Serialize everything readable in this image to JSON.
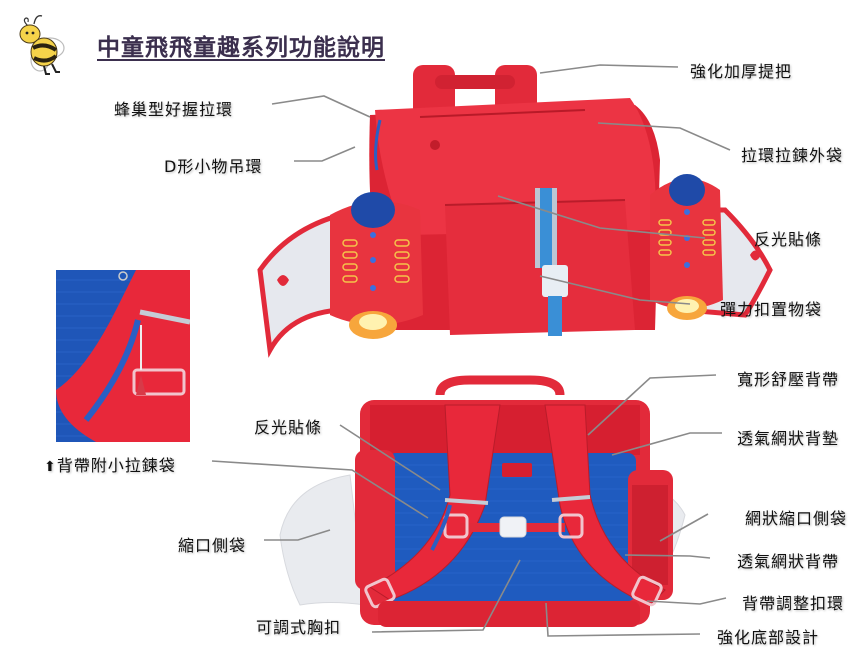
{
  "header": {
    "title": "中童飛飛童趣系列功能說明",
    "mascot_icon": "bee-mascot-icon"
  },
  "front_view": {
    "labels": [
      {
        "id": "handle",
        "text": "強化加厚提把"
      },
      {
        "id": "honeycomb-pull",
        "text": "蜂巢型好握拉環"
      },
      {
        "id": "outer-zip-pocket",
        "text": "拉環拉鍊外袋"
      },
      {
        "id": "d-ring",
        "text": "D形小物吊環"
      },
      {
        "id": "reflective-strip-front",
        "text": "反光貼條"
      },
      {
        "id": "elastic-buckle-pocket",
        "text": "彈力扣置物袋"
      }
    ]
  },
  "inset": {
    "caption": "背帶附小拉鍊袋",
    "arrow_icon": "arrow-up-icon"
  },
  "back_view": {
    "labels": [
      {
        "id": "wide-strap",
        "text": "寬形舒壓背帶"
      },
      {
        "id": "reflective-strip-back",
        "text": "反光貼條"
      },
      {
        "id": "mesh-back-pad",
        "text": "透氣網狀背墊"
      },
      {
        "id": "mesh-side-pocket",
        "text": "網狀縮口側袋"
      },
      {
        "id": "drawstring-side-pocket",
        "text": "縮口側袋"
      },
      {
        "id": "mesh-strap",
        "text": "透氣網狀背帶"
      },
      {
        "id": "strap-adjust-buckle",
        "text": "背帶調整扣環"
      },
      {
        "id": "chest-buckle",
        "text": "可調式胸扣"
      },
      {
        "id": "reinforced-bottom",
        "text": "強化底部設計"
      }
    ]
  },
  "colors": {
    "bag_red": "#e8283a",
    "bag_dark_red": "#c81e2e",
    "mesh_blue": "#1f5bbf",
    "strip_blue": "#3a8fd6",
    "wing_white": "#e6e8ee",
    "leader_line": "#8a8a8a",
    "title": "#3b2f4e"
  }
}
